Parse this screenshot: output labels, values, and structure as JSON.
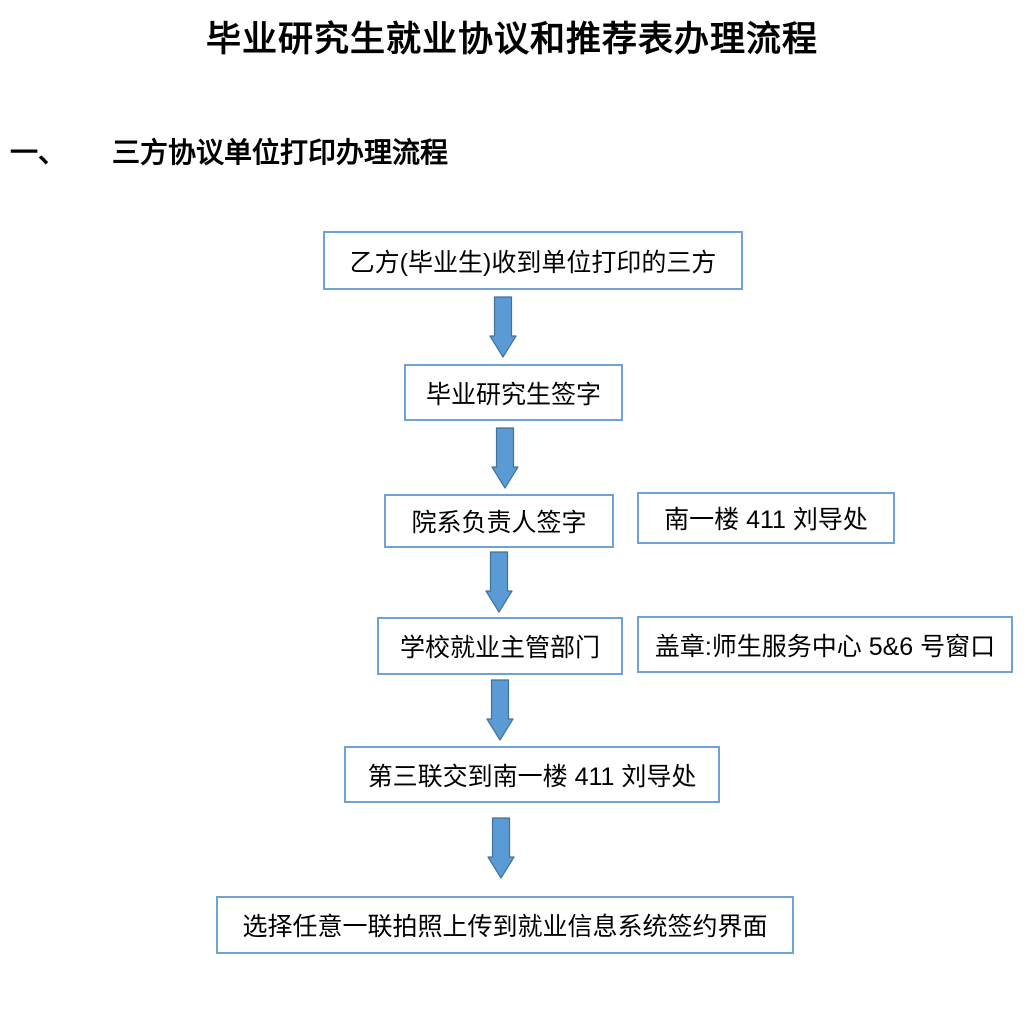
{
  "document": {
    "title": "毕业研究生就业协议和推荐表办理流程"
  },
  "section": {
    "number": "一、",
    "title": "三方协议单位打印办理流程"
  },
  "flow": {
    "steps": [
      {
        "label": "乙方(毕业生)收到单位打印的三方"
      },
      {
        "label": "毕业研究生签字"
      },
      {
        "label": "院系负责人签字",
        "note": "南一楼 411 刘导处"
      },
      {
        "label": "学校就业主管部门",
        "note": "盖章:师生服务中心 5&6 号窗口"
      },
      {
        "label": "第三联交到南一楼 411 刘导处"
      },
      {
        "label": "选择任意一联拍照上传到就业信息系统签约界面"
      }
    ]
  },
  "icons": {
    "down_arrow": "block-down-arrow-icon"
  },
  "colors": {
    "box_border": "#6fa3d8",
    "arrow_fill": "#5b9bd5",
    "arrow_stroke": "#41719c",
    "text": "#000000",
    "background": "#ffffff"
  }
}
